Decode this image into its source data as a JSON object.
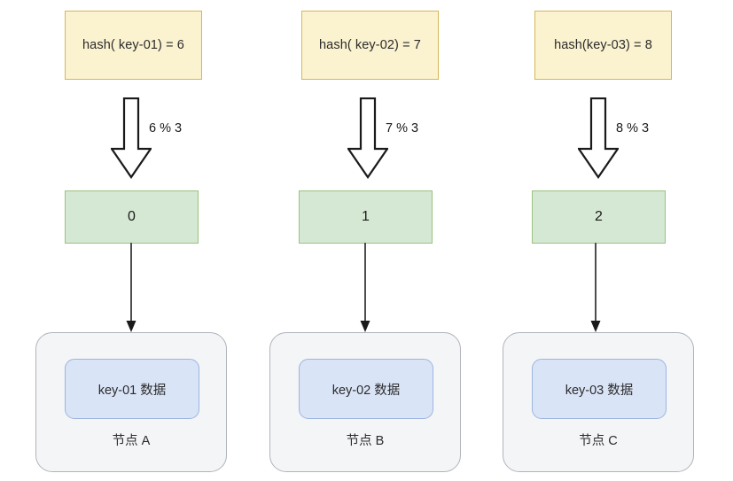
{
  "diagram": {
    "title": "hash modulo key distribution",
    "background": "#ffffff",
    "colors": {
      "hash_fill": "#fbf2d0",
      "hash_border": "#d6b656",
      "slot_fill": "#d5e8d4",
      "slot_border": "#9ac27f",
      "node_fill": "#f4f5f7",
      "node_border": "#b0b4bb",
      "data_fill": "#dae4f7",
      "data_border": "#9db4e0",
      "arrow_stroke": "#1a1a1a",
      "connector_stroke": "#4d4d4d"
    },
    "columns": [
      {
        "hash_text": "hash( key-01) = 6",
        "mod_label": "6 % 3",
        "slot_value": "0",
        "data_label": "key-01 数据",
        "node_label": "节点 A"
      },
      {
        "hash_text": "hash( key-02) = 7",
        "mod_label": "7 % 3",
        "slot_value": "1",
        "data_label": "key-02 数据",
        "node_label": "节点 B"
      },
      {
        "hash_text": "hash(key-03) = 8",
        "mod_label": "8 % 3",
        "slot_value": "2",
        "data_label": "key-03 数据",
        "node_label": "节点 C"
      }
    ]
  }
}
